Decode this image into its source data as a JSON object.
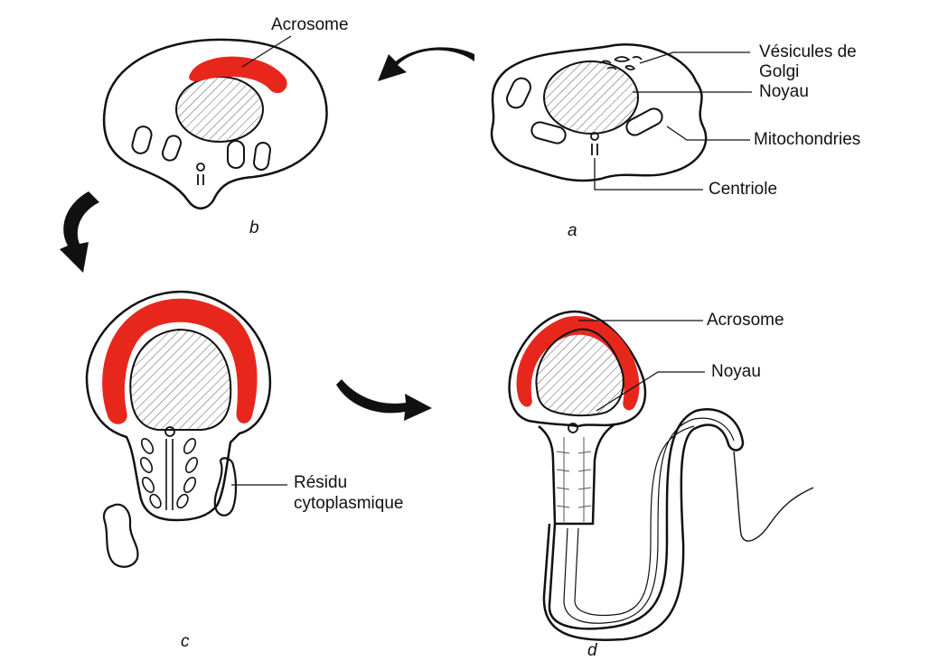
{
  "labels": {
    "acrosome_b": "Acrosome",
    "vesicules_golgi_1": "Vésicules de",
    "vesicules_golgi_2": "Golgi",
    "noyau_a": "Noyau",
    "mitochondries": "Mitochondries",
    "centriole": "Centriole",
    "acrosome_d": "Acrosome",
    "noyau_d": "Noyau",
    "residu_1": "Résidu",
    "residu_2": "cytoplasmique"
  },
  "stages": {
    "a": "a",
    "b": "b",
    "c": "c",
    "d": "d"
  },
  "colors": {
    "acrosome": "#e8271c",
    "outline": "#111111",
    "hatch": "#555555"
  }
}
